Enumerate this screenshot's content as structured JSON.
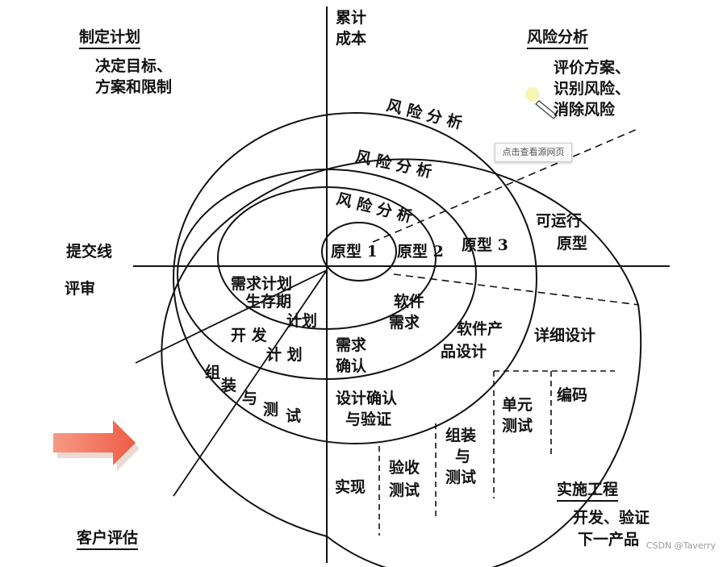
{
  "quadrants": {
    "top_left_title": "制定计划",
    "top_left_desc": [
      "决定目标、",
      "方案和限制"
    ],
    "top_right_title": "风险分析",
    "top_right_desc": [
      "评价方案、",
      "识别风险、",
      "消除风险"
    ],
    "bottom_right_title": "实施工程",
    "bottom_right_desc": [
      "开发、验证",
      "下一产品"
    ],
    "bottom_left_title": "客户评估"
  },
  "axes": {
    "top": [
      "累计",
      "成本"
    ],
    "left_top": "提交线",
    "left_bottom": "评审"
  },
  "spiral": {
    "risk_outer": "风 险 分 析",
    "risk_middle": "风 险 分 析",
    "risk_inner": "风 险 分 析",
    "proto1": "原型 1",
    "proto2": "原型 2",
    "proto3": "原型 3",
    "runnable": [
      "可运行",
      "原型"
    ],
    "plan_req": "需求计划",
    "plan_life": "生存期",
    "plan_life2": "计划",
    "plan_dev": "开 发",
    "plan_dev2": "计 划",
    "plan_assembly": [
      "组",
      "装",
      "与",
      "测",
      "试"
    ],
    "sw_req": [
      "软件",
      "需求"
    ],
    "req_confirm": [
      "需求",
      "确认"
    ],
    "sw_design": [
      "软件产",
      "品设计"
    ],
    "detail_design": "详细设计",
    "design_verify": [
      "设计确认",
      "与验证"
    ],
    "unit_test": [
      "单元",
      "测试"
    ],
    "coding": "编码",
    "implement": "实现",
    "accept_test": [
      "验收",
      "测试"
    ],
    "assembly_test": [
      "组装",
      "与",
      "测试"
    ]
  },
  "tooltip": "点击查看源网页",
  "watermark": "CSDN @Taverry",
  "colors": {
    "arrow": "#f0684f",
    "lines": "#111111"
  }
}
